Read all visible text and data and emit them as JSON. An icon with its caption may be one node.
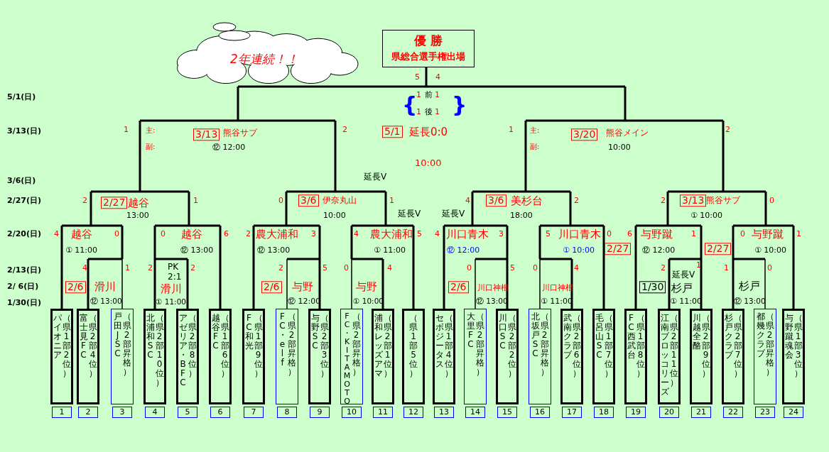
{
  "diagram": {
    "nodes": [
      {
        "text": [
          "優 勝",
          "県総合選手権出場"
        ]
      },
      {
        "text": [
          "2年連続！！"
        ]
      },
      {
        "text": [
          "パイオニア",
          "（県1部2位）"
        ]
      },
      {
        "text": [
          "富士見FC",
          "（県2部4位）"
        ]
      },
      {
        "text": [
          "戸田JSC",
          "（県2部昇格）"
        ]
      },
      {
        "text": [
          "北浦和SC",
          "（県2部10位）"
        ]
      },
      {
        "text": [
          "アゼリア・BFC",
          "（県2部8位）"
        ]
      },
      {
        "text": [
          "越谷FC",
          "（県1部6位）"
        ]
      },
      {
        "text": [
          "FC和光",
          "（県1部9位）"
        ]
      },
      {
        "text": [
          "FC・elf",
          "（県2部昇格）"
        ]
      },
      {
        "text": [
          "与野SC",
          "（県2部3位）"
        ]
      },
      {
        "text": [
          "FC・KITAMOTO",
          "（県2部昇格）"
        ]
      },
      {
        "text": [
          "浦和レッズアマ",
          "（県2部1位）"
        ]
      },
      {
        "text": [
          "（県1部5位）"
        ]
      },
      {
        "text": [
          "セボジータス",
          "（県1部4位）"
        ]
      },
      {
        "text": [
          "大里FC",
          "（県2部昇格）"
        ]
      },
      {
        "text": [
          "川口SC",
          "（県2部2位）"
        ]
      },
      {
        "text": [
          "北坂戸SC",
          "（県2部昇格）"
        ]
      },
      {
        "text": [
          "武南クラブ",
          "（県2部6位）"
        ]
      },
      {
        "text": [
          "毛呂山SC",
          "（県1部7位）"
        ]
      },
      {
        "text": [
          "FC西武台",
          "（県1部8位）"
        ]
      },
      {
        "text": [
          "江南ブロッコリーズ",
          "（県2部11位）"
        ]
      },
      {
        "text": [
          "川越全酪",
          "（県2部9位）"
        ]
      },
      {
        "text": [
          "杉戸クラブ",
          "（県2部7位）"
        ]
      },
      {
        "text": [
          "都幾クラブ",
          "（県2部昇格）"
        ]
      },
      {
        "text": [
          "与野蹴魂会",
          "（県1部3位）"
        ]
      }
    ],
    "labels": [
      "5/1(日)",
      "3/13(日)",
      "3/6(日)",
      "2/27(日)",
      "2/20(日)",
      "2/13(日)",
      "2/ 6(日)",
      "1/30(日)",
      "5",
      "4",
      "1",
      "前",
      "1",
      "1",
      "後",
      "1",
      "5/1",
      "延長0:0",
      "10:00",
      "1",
      "主:",
      "副:",
      "3/13",
      "熊谷サブ",
      "⑫ 12:00",
      "2",
      "1",
      "主:",
      "副:",
      "3/20",
      "熊谷メイン",
      "10:00",
      "2",
      "延長V",
      "2",
      "2/27",
      "越谷",
      "13:00",
      "1",
      "0",
      "3/6",
      "伊奈丸山",
      "10:00",
      "1",
      "延長V",
      "延長V",
      "4",
      "3/6",
      "美杉台",
      "18:00",
      "2",
      "2",
      "3/13",
      "熊谷サブ",
      "① 10:00",
      "0",
      "4",
      "越谷",
      "① 11:00",
      "0",
      "0",
      "越谷",
      "⑫ 13:00",
      "6",
      "2",
      "農大浦和",
      "⑫ 13:00",
      "3",
      "4",
      "農大浦和",
      "① 11:00",
      "5",
      "4",
      "川口青木",
      "⑫ 12:00",
      "3",
      "5",
      "川口青木",
      "① 10:00",
      "0",
      "6",
      "与野蹴",
      "2/27",
      "⑫ 12:00",
      "1",
      "0",
      "与野蹴",
      "2/27",
      "① 10:00",
      "1",
      "4",
      "1",
      "2/6",
      "滑川",
      "⑫ 13:00",
      "2",
      "PK",
      "2:1",
      "2",
      "滑川",
      "① 11:00",
      "2",
      "2/6",
      "与野",
      "⑫ 12:00",
      "5",
      "0",
      "与野",
      "① 10:00",
      "4",
      "0",
      "2/6",
      "川口神根",
      "⑫ 13:00",
      "5",
      "0",
      "川口神根",
      "① 11:00",
      "4",
      "2",
      "延長V",
      "1/30",
      "杉戸",
      "① 11:00",
      "1",
      "1",
      "杉戸",
      "⑫ 13:00",
      "0",
      "1",
      "2",
      "3",
      "4",
      "5",
      "6",
      "7",
      "8",
      "9",
      "10",
      "11",
      "12",
      "13",
      "14",
      "15",
      "16",
      "17",
      "18",
      "19",
      "20",
      "21",
      "22",
      "23",
      "24",
      "{",
      "}"
    ]
  }
}
